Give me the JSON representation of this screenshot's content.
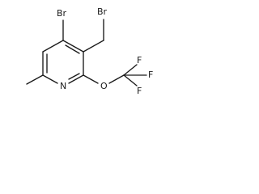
{
  "molecule": {
    "atom_labels": {
      "br_ring": "Br",
      "br_methyl": "Br",
      "nitrogen": "N",
      "oxygen": "O",
      "fluorine_top": "F",
      "fluorine_right": "F",
      "fluorine_bottom": "F"
    }
  }
}
